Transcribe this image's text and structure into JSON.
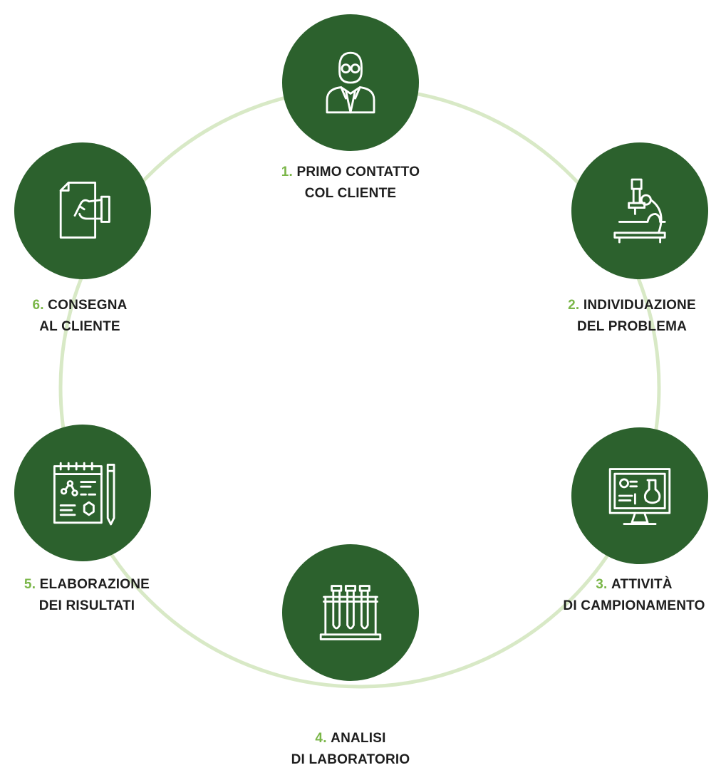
{
  "colors": {
    "circle": "#2c612d",
    "ring": "#d8e9c6",
    "number": "#7ab648",
    "text": "#1e1e1e"
  },
  "steps": [
    {
      "num": "1.",
      "line1": "PRIMO CONTATTO",
      "line2": "COL CLIENTE",
      "icon": "person-glasses-icon"
    },
    {
      "num": "2.",
      "line1": "INDIVIDUAZIONE",
      "line2": "DEL PROBLEMA",
      "icon": "microscope-icon"
    },
    {
      "num": "3.",
      "line1": "ATTIVITÀ",
      "line2": "DI CAMPIONAMENTO",
      "icon": "monitor-lab-icon"
    },
    {
      "num": "4.",
      "line1": "ANALISI",
      "line2": "DI LABORATORIO",
      "icon": "test-tubes-icon"
    },
    {
      "num": "5.",
      "line1": "ELABORAZIONE",
      "line2": "DEI RISULTATI",
      "icon": "notebook-icon"
    },
    {
      "num": "6.",
      "line1": "CONSEGNA",
      "line2": "AL CLIENTE",
      "icon": "hand-document-icon"
    }
  ]
}
